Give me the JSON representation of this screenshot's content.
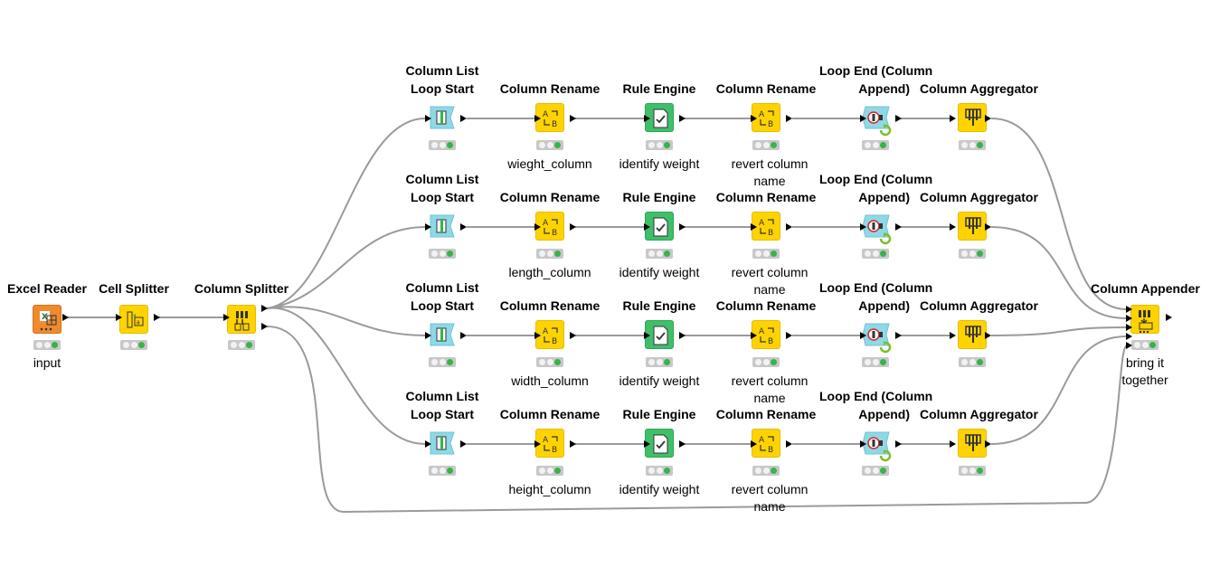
{
  "nodes": {
    "excel_reader": {
      "title": "Excel Reader",
      "caption": "input"
    },
    "cell_splitter": {
      "title": "Cell Splitter"
    },
    "column_splitter": {
      "title": "Column Splitter"
    },
    "column_appender": {
      "title": "Column Appender",
      "caption_line1": "bring it",
      "caption_line2": "together"
    },
    "rows": [
      {
        "loop_start_l1": "Column List",
        "loop_start_l2": "Loop Start",
        "rename1": "Column Rename",
        "rename1_caption": "wieght_column",
        "rule": "Rule Engine",
        "rule_caption": "identify weight",
        "rename2": "Column Rename",
        "rename2_caption": "revert column name",
        "loop_end_l1": "Loop End (Column",
        "loop_end_l2": "Append)",
        "aggregator": "Column Aggregator"
      },
      {
        "loop_start_l1": "Column List",
        "loop_start_l2": "Loop Start",
        "rename1": "Column Rename",
        "rename1_caption": "length_column",
        "rule": "Rule Engine",
        "rule_caption": "identify weight",
        "rename2": "Column Rename",
        "rename2_caption": "revert column name",
        "loop_end_l1": "Loop End (Column",
        "loop_end_l2": "Append)",
        "aggregator": "Column Aggregator"
      },
      {
        "loop_start_l1": "Column List",
        "loop_start_l2": "Loop Start",
        "rename1": "Column Rename",
        "rename1_caption": "width_column",
        "rule": "Rule Engine",
        "rule_caption": "identify weight",
        "rename2": "Column Rename",
        "rename2_caption": "revert column name",
        "loop_end_l1": "Loop End (Column",
        "loop_end_l2": "Append)",
        "aggregator": "Column Aggregator"
      },
      {
        "loop_start_l1": "Column List",
        "loop_start_l2": "Loop Start",
        "rename1": "Column Rename",
        "rename1_caption": "height_column",
        "rule": "Rule Engine",
        "rule_caption": "identify weight",
        "rename2": "Column Rename",
        "rename2_caption": "revert column name",
        "loop_end_l1": "Loop End (Column",
        "loop_end_l2": "Append)",
        "aggregator": "Column Aggregator"
      }
    ]
  },
  "colors": {
    "manipulator": "#ffd300",
    "source": "#ef8a2f",
    "rule": "#3fbf6a",
    "loop": "#8fd8e6",
    "wire": "#9a9a9a",
    "status_ok": "#37b34a"
  }
}
